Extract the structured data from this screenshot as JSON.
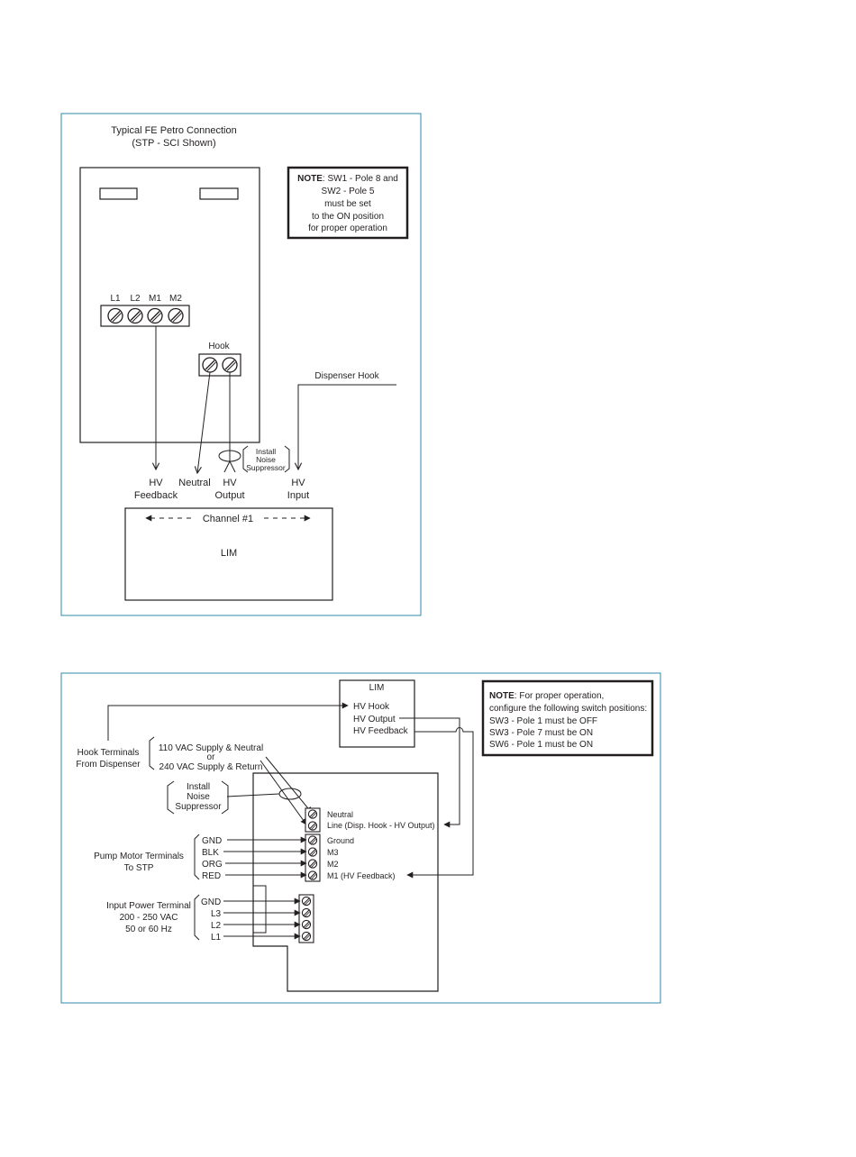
{
  "colors": {
    "frame": "#2e8aa8",
    "line": "#231f20"
  },
  "fig1": {
    "title_line1": "Typical FE Petro Connection",
    "title_line2": "(STP - SCI Shown)",
    "note": {
      "bold": "NOTE",
      "line1_rest": ": SW1 - Pole 8 and",
      "line2": "SW2 - Pole 5",
      "line3": "must be set",
      "line4": "to the ON position",
      "line5": "for proper operation"
    },
    "terminals": [
      "L1",
      "L2",
      "M1",
      "M2"
    ],
    "hook_label": "Hook",
    "dispenser_hook": "Dispenser Hook",
    "suppressor": [
      "Install",
      "Noise",
      "Suppressor"
    ],
    "hv_feedback": [
      "HV",
      "Feedback"
    ],
    "neutral": "Neutral",
    "hv_output": [
      "HV",
      "Output"
    ],
    "hv_input": [
      "HV",
      "Input"
    ],
    "channel": "Channel #1",
    "lim": "LIM"
  },
  "fig2": {
    "lim_title": "LIM",
    "hv_hook": "HV Hook",
    "hv_output": "HV Output",
    "hv_feedback": "HV Feedback",
    "note": {
      "bold": "NOTE",
      "line1_rest": ": For proper operation,",
      "line2": "configure the following switch positions:",
      "line3": "SW3 - Pole 1 must be OFF",
      "line4": "SW3 - Pole 7 must be ON",
      "line5": "SW6 - Pole 1 must be ON"
    },
    "hook_terminals": [
      "Hook Terminals",
      "From Dispenser"
    ],
    "supply": [
      "110 VAC Supply & Neutral",
      "or",
      "240 VAC Supply & Return"
    ],
    "suppressor": [
      "Install",
      "Noise",
      "Suppressor"
    ],
    "neutral": "Neutral",
    "line_label": "Line (Disp. Hook - HV Output)",
    "pump_terms": [
      "Pump Motor Terminals",
      "To STP"
    ],
    "pump_wires": [
      "GND",
      "BLK",
      "ORG",
      "RED"
    ],
    "pump_term_labels": [
      "Ground",
      "M3",
      "M2",
      "M1  (HV Feedback)"
    ],
    "power_terms": [
      "Input Power Terminal",
      "200 - 250 VAC",
      "50 or 60 Hz"
    ],
    "power_wires": [
      "GND",
      "L3",
      "L2",
      "L1"
    ]
  }
}
